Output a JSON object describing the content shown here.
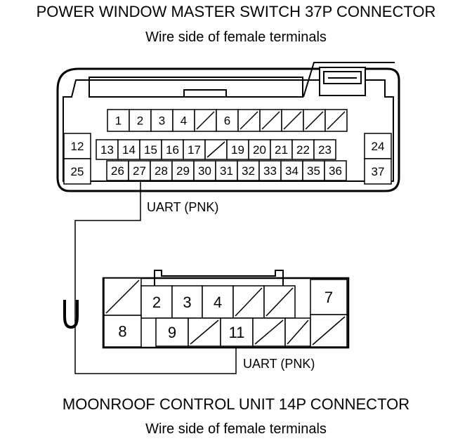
{
  "top_connector": {
    "title": "POWER WINDOW MASTER SWITCH 37P CONNECTOR",
    "subtitle": "Wire side of female terminals",
    "row1": [
      "1",
      "2",
      "3",
      "4",
      "",
      "6",
      "",
      "",
      "",
      "",
      ""
    ],
    "left_pins": [
      "12",
      "25"
    ],
    "right_pins": [
      "24",
      "37"
    ],
    "row2": [
      "13",
      "14",
      "15",
      "16",
      "17",
      "",
      "19",
      "20",
      "21",
      "22",
      "23"
    ],
    "row3": [
      "26",
      "27",
      "28",
      "29",
      "30",
      "31",
      "32",
      "33",
      "34",
      "35",
      "36"
    ]
  },
  "bottom_connector": {
    "title": "MOONROOF CONTROL UNIT 14P CONNECTOR",
    "subtitle": "Wire side of female terminals",
    "row1": [
      "",
      "2",
      "3",
      "4",
      "",
      "",
      "7"
    ],
    "row2": [
      "8",
      "9",
      "",
      "11",
      "",
      ""
    ]
  },
  "wire": {
    "label_top": "UART (PNK)",
    "label_bottom": "UART (PNK)"
  }
}
